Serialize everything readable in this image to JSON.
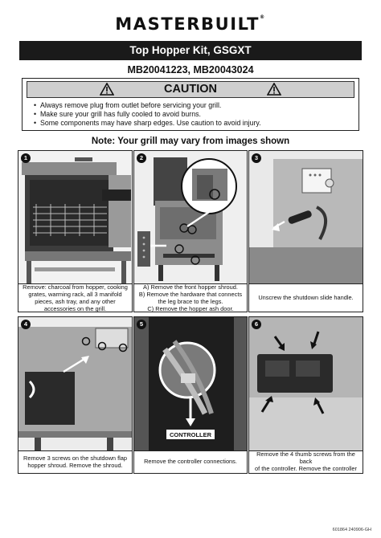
{
  "brand": "MASTERBUILT",
  "trademark": "®",
  "title": "Top Hopper Kit, GSGXT",
  "models": "MB20041223, MB20043024",
  "caution": {
    "heading": "CAUTION",
    "items": [
      "Always remove plug from outlet before servicing your grill.",
      "Make sure your grill has fully cooled to avoid burns.",
      "Some components may have sharp edges. Use caution to avoid injury."
    ]
  },
  "note": "Note: Your grill may vary from images shown",
  "steps": [
    {
      "number": "1",
      "caption_lines": [
        "Remove: charcoal from hopper, cooking",
        "grates, warming rack, all 3 manifold",
        "pieces, ash tray, and any other",
        "accessories on the grill."
      ]
    },
    {
      "number": "2",
      "caption_lines": [
        "A) Remove the front hopper shroud.",
        "B) Remove the hardware that connects",
        "the leg brace to the legs.",
        "C) Remove the hopper ash door."
      ]
    },
    {
      "number": "3",
      "caption_lines": [
        "Unscrew the shutdown slide handle."
      ]
    },
    {
      "number": "4",
      "caption_lines": [
        "Remove 3 screws on the shutdown flap",
        "hopper shroud. Remove the shroud."
      ]
    },
    {
      "number": "5",
      "caption_lines": [
        "Remove the controller connections."
      ],
      "label": "CONTROLLER"
    },
    {
      "number": "6",
      "caption_lines": [
        "Remove the 4 thumb screws from the back",
        "of the controller. Remove the controller"
      ]
    }
  ],
  "footer": "601864 240906-GH"
}
